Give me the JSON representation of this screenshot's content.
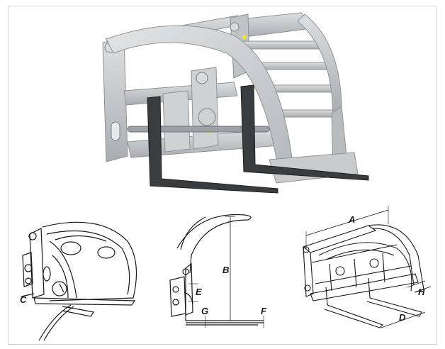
{
  "labels": {
    "A": "A",
    "B": "B",
    "C": "C",
    "D": "D",
    "E": "E",
    "F": "F",
    "G": "G",
    "H": "H"
  },
  "colors": {
    "frame_steel": "#c4c8cb",
    "frame_shadow": "#8e9296",
    "tine": "#3a3d40",
    "line_art": "#1a1a1a",
    "accent_dot": "#e8e830"
  },
  "icons": {
    "render": "grapple-fork-render",
    "side_view_closed": "grapple-side-view-closed",
    "side_view_open": "grapple-side-view-open",
    "iso_view": "grapple-iso-view"
  }
}
